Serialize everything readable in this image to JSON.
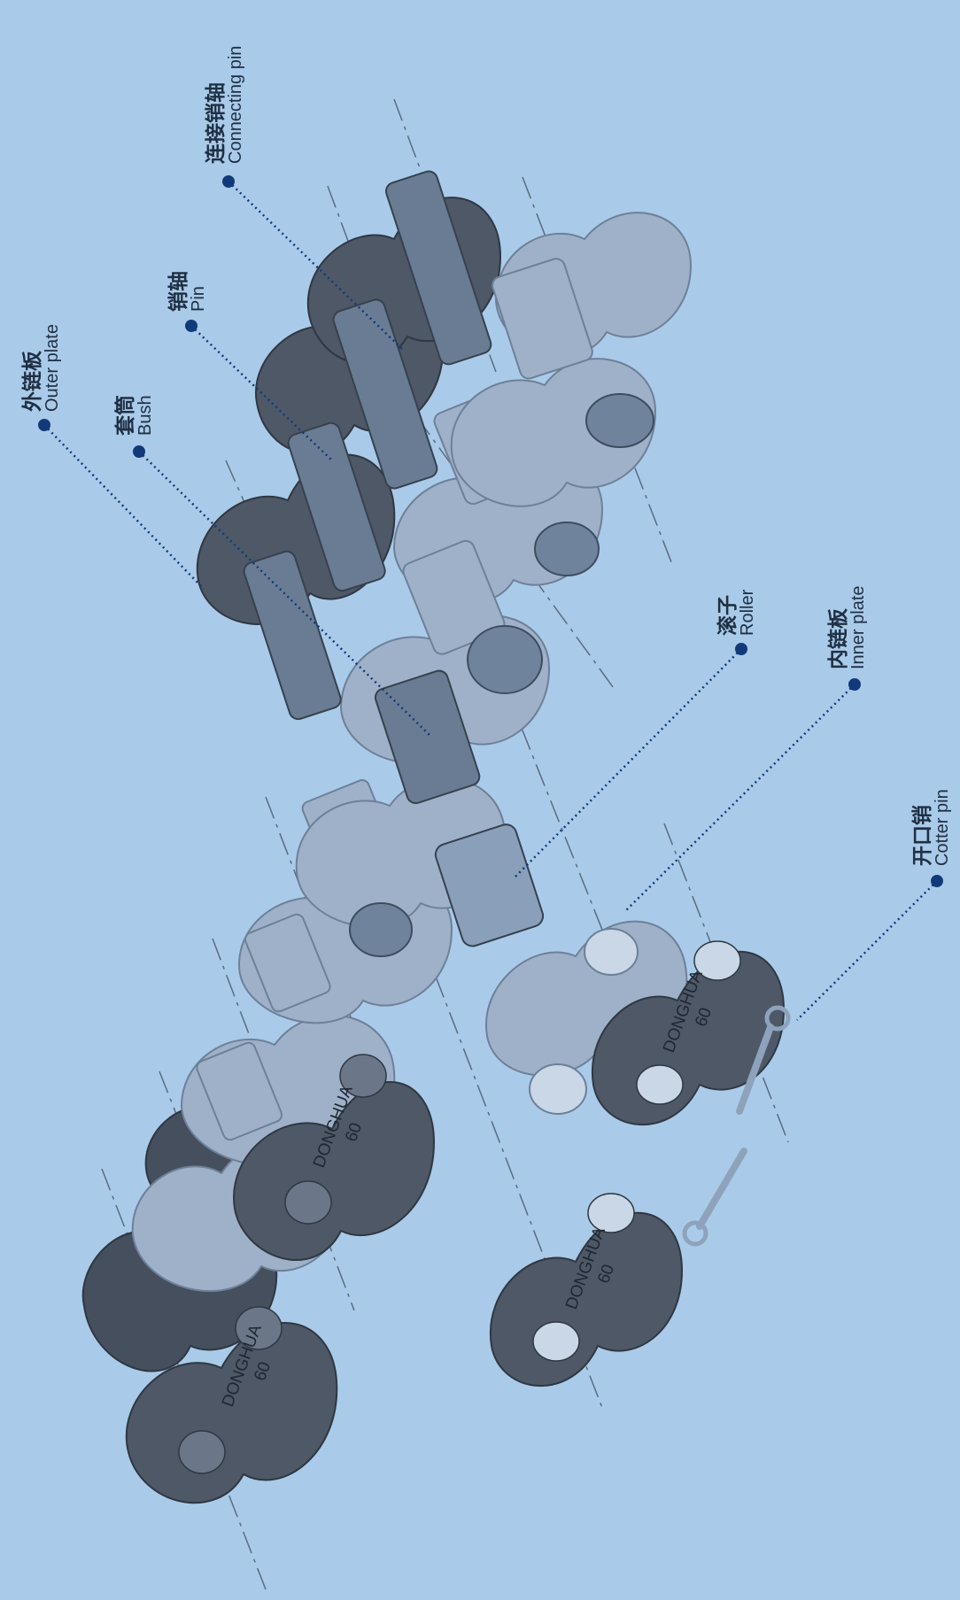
{
  "colors": {
    "background": "#a9cbe9",
    "dark_plate": "#4e5867",
    "light_part": "#98acc4",
    "callout": "#123a7a"
  },
  "labels": {
    "outer_plate": {
      "zh": "外链板",
      "en": "Outer plate"
    },
    "bush": {
      "zh": "套筒",
      "en": "Bush"
    },
    "pin": {
      "zh": "销轴",
      "en": "Pin"
    },
    "connecting_pin": {
      "zh": "连接销轴",
      "en": "Connecting pin"
    },
    "roller": {
      "zh": "滚子",
      "en": "Roller"
    },
    "inner_plate": {
      "zh": "内链板",
      "en": "Inner plate"
    },
    "cotter_pin": {
      "zh": "开口销",
      "en": "Cotter pin"
    }
  },
  "plate_marking": {
    "brand": "DONGHUA",
    "size": "60"
  }
}
